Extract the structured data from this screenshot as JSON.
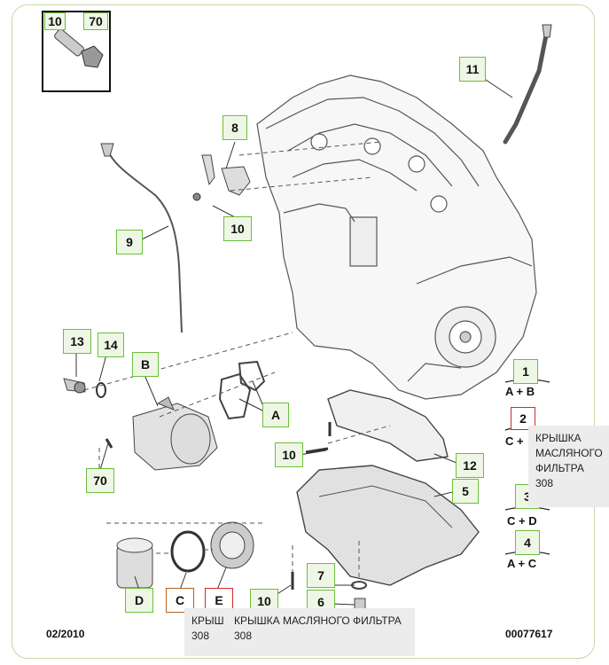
{
  "inset": {
    "labels": [
      "10",
      "70"
    ]
  },
  "callouts": [
    {
      "id": "11",
      "style": "green"
    },
    {
      "id": "8",
      "style": "green"
    },
    {
      "id": "10",
      "style": "green"
    },
    {
      "id": "9",
      "style": "green"
    },
    {
      "id": "13",
      "style": "green"
    },
    {
      "id": "14",
      "style": "green"
    },
    {
      "id": "B",
      "style": "green"
    },
    {
      "id": "A",
      "style": "green"
    },
    {
      "id": "10",
      "style": "green"
    },
    {
      "id": "12",
      "style": "green"
    },
    {
      "id": "5",
      "style": "green"
    },
    {
      "id": "70",
      "style": "green"
    },
    {
      "id": "7",
      "style": "green"
    },
    {
      "id": "6",
      "style": "green"
    },
    {
      "id": "10",
      "style": "green"
    },
    {
      "id": "D",
      "style": "green"
    },
    {
      "id": "C",
      "style": "orange"
    },
    {
      "id": "E",
      "style": "red"
    }
  ],
  "legend": [
    {
      "number": "1",
      "formula": "A + B",
      "style": "green"
    },
    {
      "number": "2",
      "formula": "C +",
      "style": "red"
    },
    {
      "number": "3",
      "formula": "C + D",
      "style": "green"
    },
    {
      "number": "4",
      "formula": "A + C",
      "style": "green"
    }
  ],
  "footer": {
    "date": "02/2010",
    "code": "00077617"
  },
  "tooltips": {
    "right": {
      "lines": [
        "КРЫШКА",
        "МАСЛЯНОГО",
        "ФИЛЬТРА",
        "308"
      ]
    },
    "bottom_clipped": {
      "lines": [
        "КРЫШ",
        "308"
      ]
    },
    "bottom": {
      "lines": [
        "КРЫШКА МАСЛЯНОГО ФИЛЬТРА",
        "308"
      ]
    }
  },
  "colors": {
    "label_border": "#6cbf3a",
    "label_fill": "#eef7e6",
    "highlight_red": "#d8262c",
    "highlight_orange": "#b6621f"
  }
}
